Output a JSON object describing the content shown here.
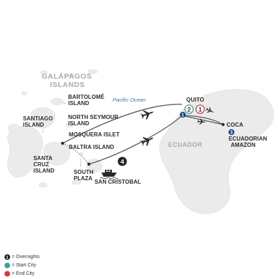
{
  "colors": {
    "land": "#ebebeb",
    "land_stroke": "#dcdcdc",
    "route": "#5a5a5a",
    "overnight": "#1c3d8f",
    "start": "#3aa39b",
    "end": "#d03a45",
    "ocean_text": "#3a6fb0"
  },
  "map": {
    "region_label_line1": "GALÁPAGOS",
    "region_label_line2": "ISLANDS",
    "ocean_label": "Pacific Ocean",
    "country_label": "ECUADOR",
    "places": {
      "bartolome_1": "BARTOLOMÉ",
      "bartolome_2": "ISLAND",
      "santiago_1": "SANTIAGO",
      "santiago_2": "ISLAND",
      "north_seymour_1": "NORTH SEYMOUR",
      "north_seymour_2": "ISLAND",
      "mosquera": "MOSQUERA ISLET",
      "baltra": "BALTRA ISLAND",
      "santa_cruz_1": "SANTA",
      "santa_cruz_2": "CRUZ",
      "santa_cruz_3": "ISLAND",
      "south_plaza_1": "SOUTH",
      "south_plaza_2": "PLAZA",
      "san_cristobal": "SAN CRISTOBAL",
      "quito": "QUITO",
      "coca": "COCA",
      "amazon_1": "ECUADORIAN",
      "amazon_2": "AMAZON"
    },
    "markers": {
      "quito_overnight": "1",
      "quito_start": "2",
      "quito_end": "1",
      "amazon_overnight": "3",
      "cruise_overnight": "4"
    }
  },
  "legend": {
    "overnights_symbol": "1",
    "overnights": "= Overnights",
    "start": "= Start City",
    "end": "= End City"
  }
}
